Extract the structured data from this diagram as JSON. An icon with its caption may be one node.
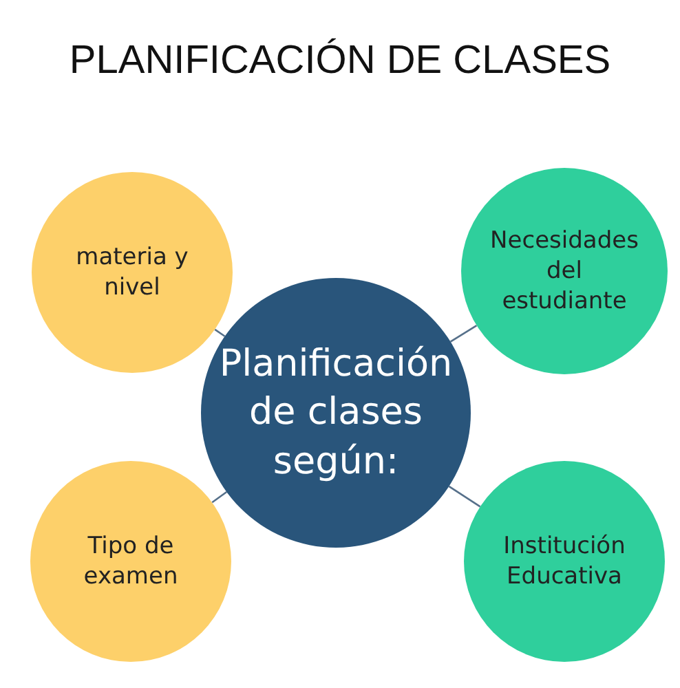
{
  "diagram": {
    "title": "PLANIFICACIÓN DE CLASES",
    "nodes": [
      {
        "text": [
          "materia y nivel"
        ]
      },
      {
        "text": [
          "Necesidades del estudiante"
        ]
      },
      {
        "text": [
          "Planificación de clases según:"
        ]
      },
      {
        "text": [
          "Tipo de examen"
        ]
      },
      {
        "text": [
          "Institución Educativa"
        ]
      }
    ],
    "edges": [
      {
        "from": 2,
        "to": 0,
        "arrow": "none"
      },
      {
        "from": 2,
        "to": 1,
        "arrow": "none"
      },
      {
        "from": 2,
        "to": 3,
        "arrow": "none"
      },
      {
        "from": 2,
        "to": 4,
        "arrow": "none"
      }
    ]
  }
}
